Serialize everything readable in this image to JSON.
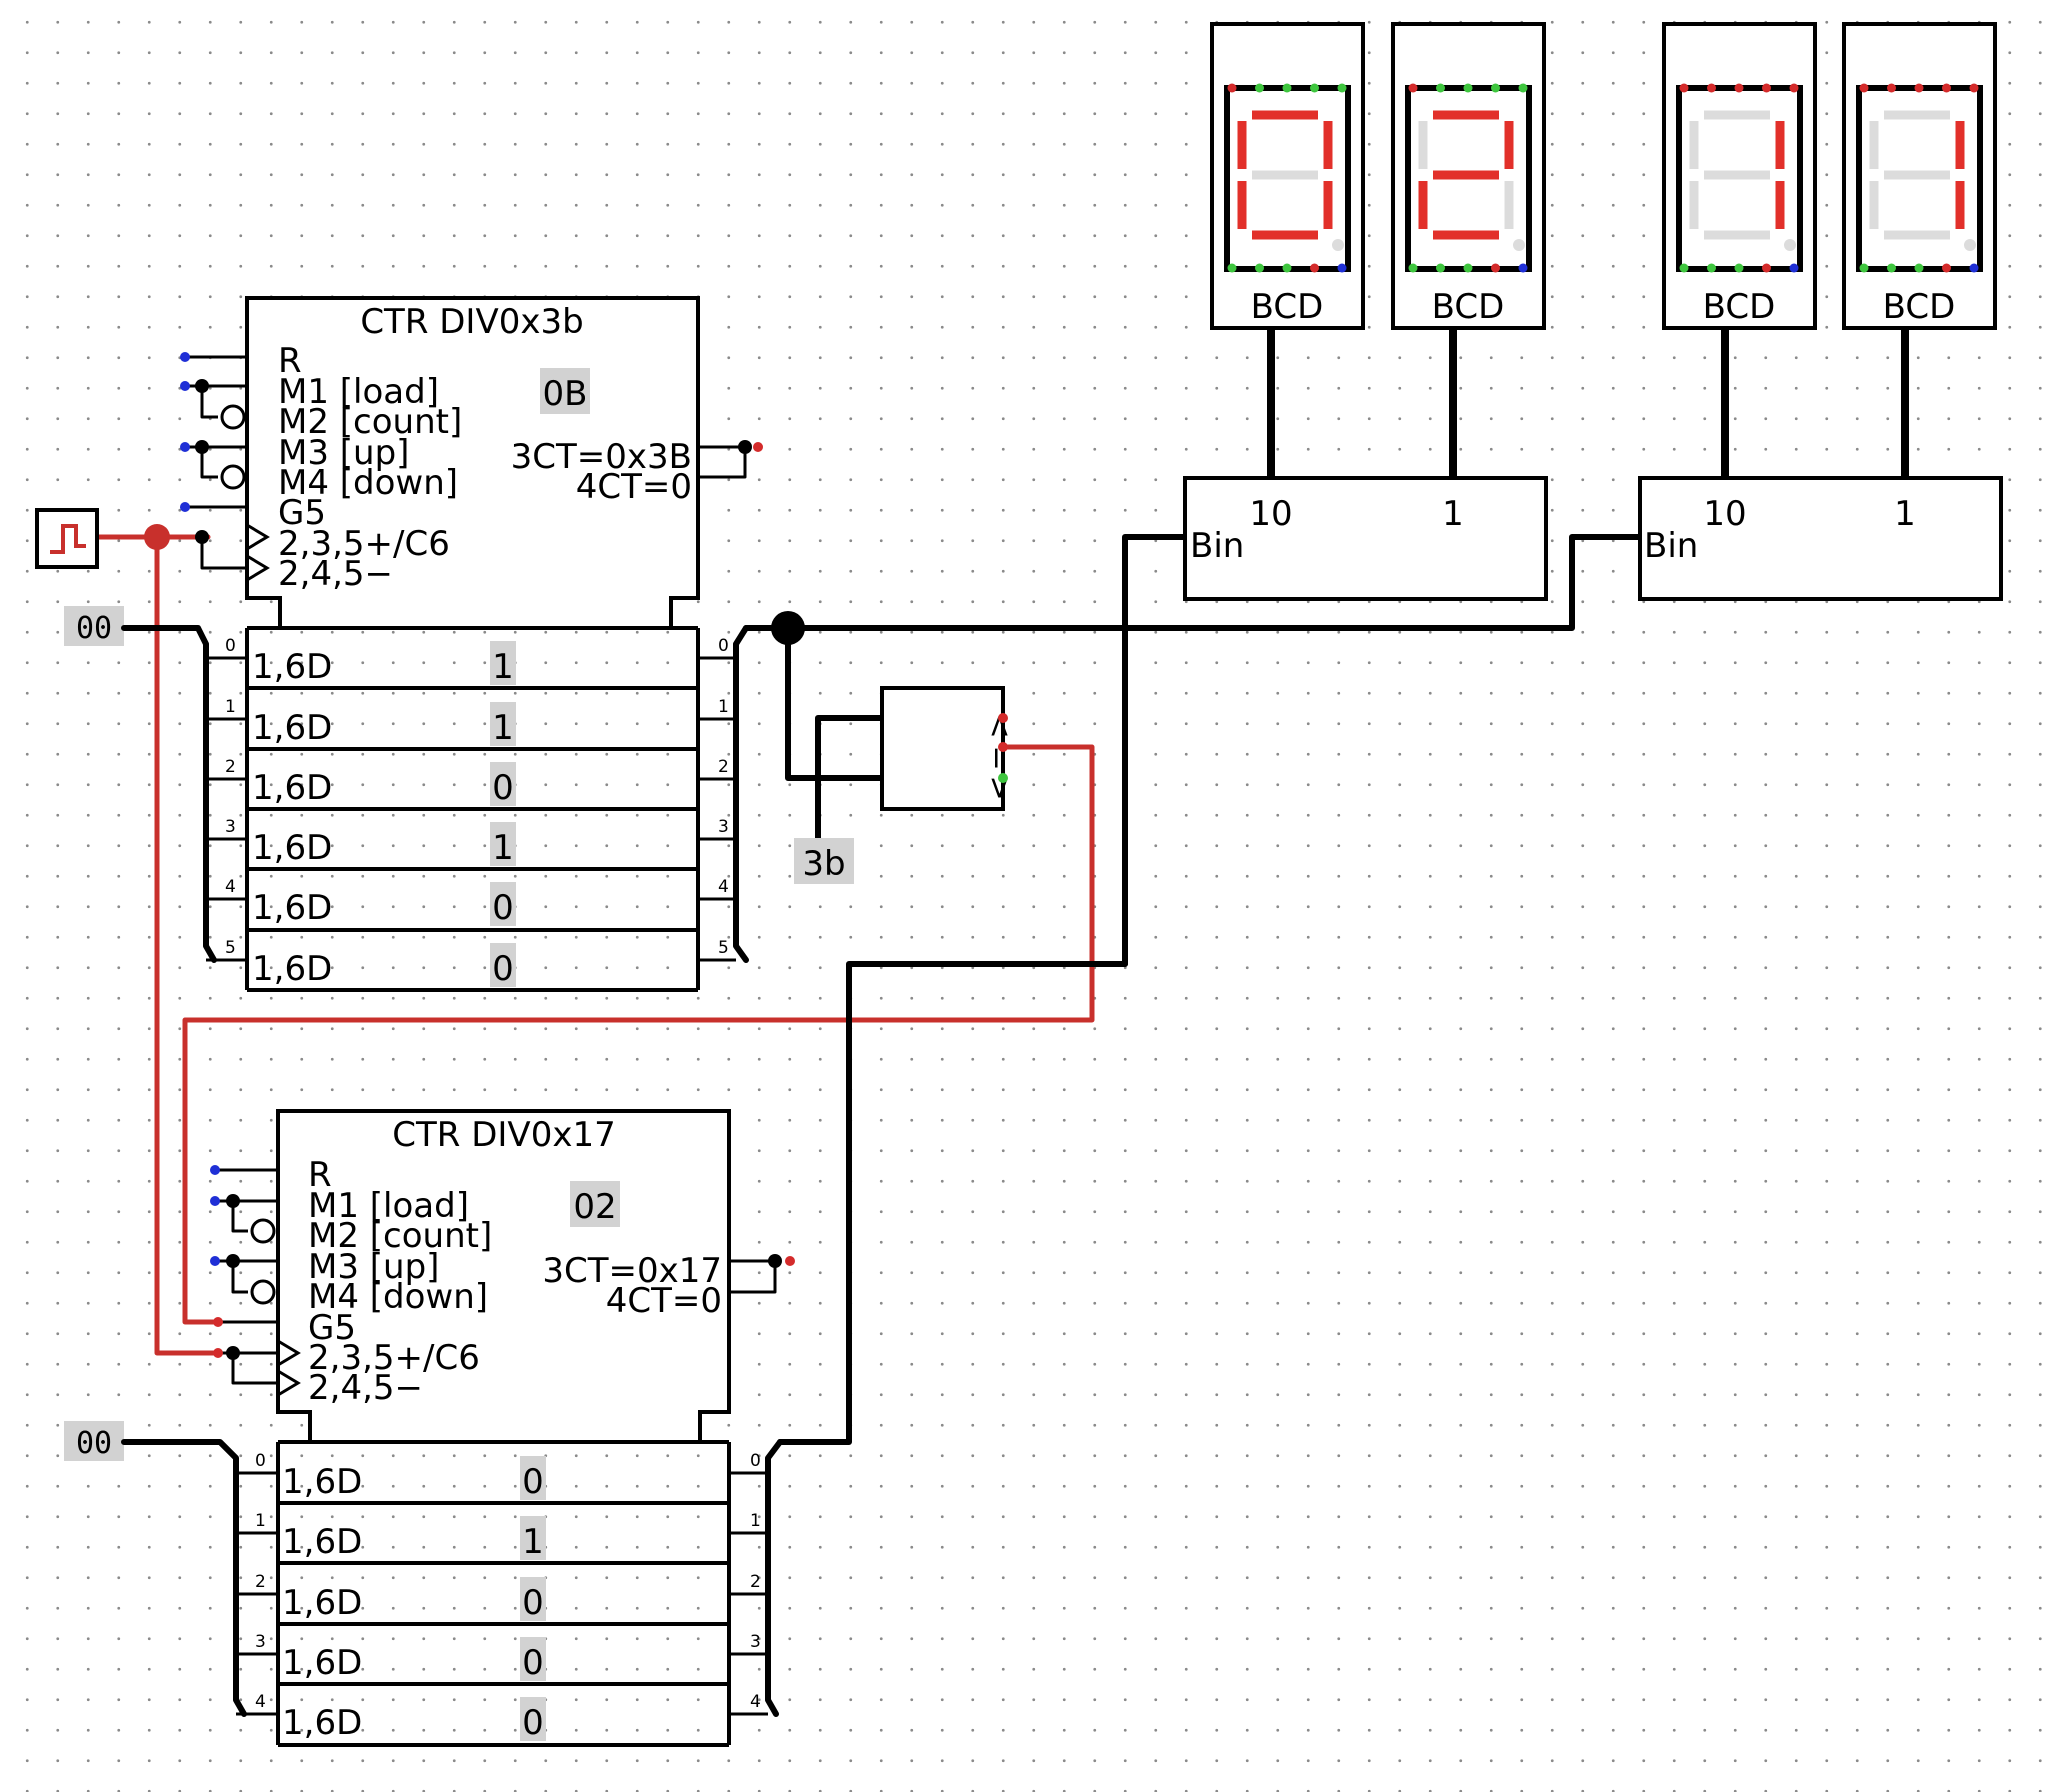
{
  "counter_seconds": {
    "title": "CTR DIV0x3b",
    "state_hex": "0B",
    "control_lines": [
      "R",
      "M1 [load]",
      "M2 [count]",
      "M3 [up]",
      "M4 [down]",
      "G5",
      "2,3,5+/C6",
      "2,4,5−"
    ],
    "status": [
      "3CT=0x3B",
      "4CT=0"
    ],
    "bits": [
      {
        "index": "0",
        "label": "1,6D",
        "value": "1"
      },
      {
        "index": "1",
        "label": "1,6D",
        "value": "1"
      },
      {
        "index": "2",
        "label": "1,6D",
        "value": "0"
      },
      {
        "index": "3",
        "label": "1,6D",
        "value": "1"
      },
      {
        "index": "4",
        "label": "1,6D",
        "value": "0"
      },
      {
        "index": "5",
        "label": "1,6D",
        "value": "0"
      }
    ]
  },
  "counter_minutes": {
    "title": "CTR DIV0x17",
    "state_hex": "02",
    "control_lines": [
      "R",
      "M1 [load]",
      "M2 [count]",
      "M3 [up]",
      "M4 [down]",
      "G5",
      "2,3,5+/C6",
      "2,4,5−"
    ],
    "status": [
      "3CT=0x17",
      "4CT=0"
    ],
    "bits": [
      {
        "index": "0",
        "label": "1,6D",
        "value": "0"
      },
      {
        "index": "1",
        "label": "1,6D",
        "value": "1"
      },
      {
        "index": "2",
        "label": "1,6D",
        "value": "0"
      },
      {
        "index": "3",
        "label": "1,6D",
        "value": "0"
      },
      {
        "index": "4",
        "label": "1,6D",
        "value": "0"
      }
    ]
  },
  "load_inputs": [
    "00",
    "00"
  ],
  "comparator": {
    "constant": "3b",
    "pins": [
      "<",
      "=",
      ">"
    ]
  },
  "converters": [
    {
      "input": "Bin",
      "outputs": [
        "10",
        "1"
      ]
    },
    {
      "input": "Bin",
      "outputs": [
        "10",
        "1"
      ]
    }
  ],
  "displays": [
    {
      "label": "BCD",
      "digit": "0"
    },
    {
      "label": "BCD",
      "digit": "2"
    },
    {
      "label": "BCD",
      "digit": "1"
    },
    {
      "label": "BCD",
      "digit": "1"
    }
  ],
  "colors": {
    "active_wire": "#c8302c",
    "segment_on": "#e2302a",
    "segment_off": "#dcdcdc",
    "pin_input": "#1f2fd6",
    "pin_true": "#3fc63f",
    "pin_false": "#d42b2b"
  },
  "icons": {
    "clock": "clock-square-wave-icon"
  }
}
